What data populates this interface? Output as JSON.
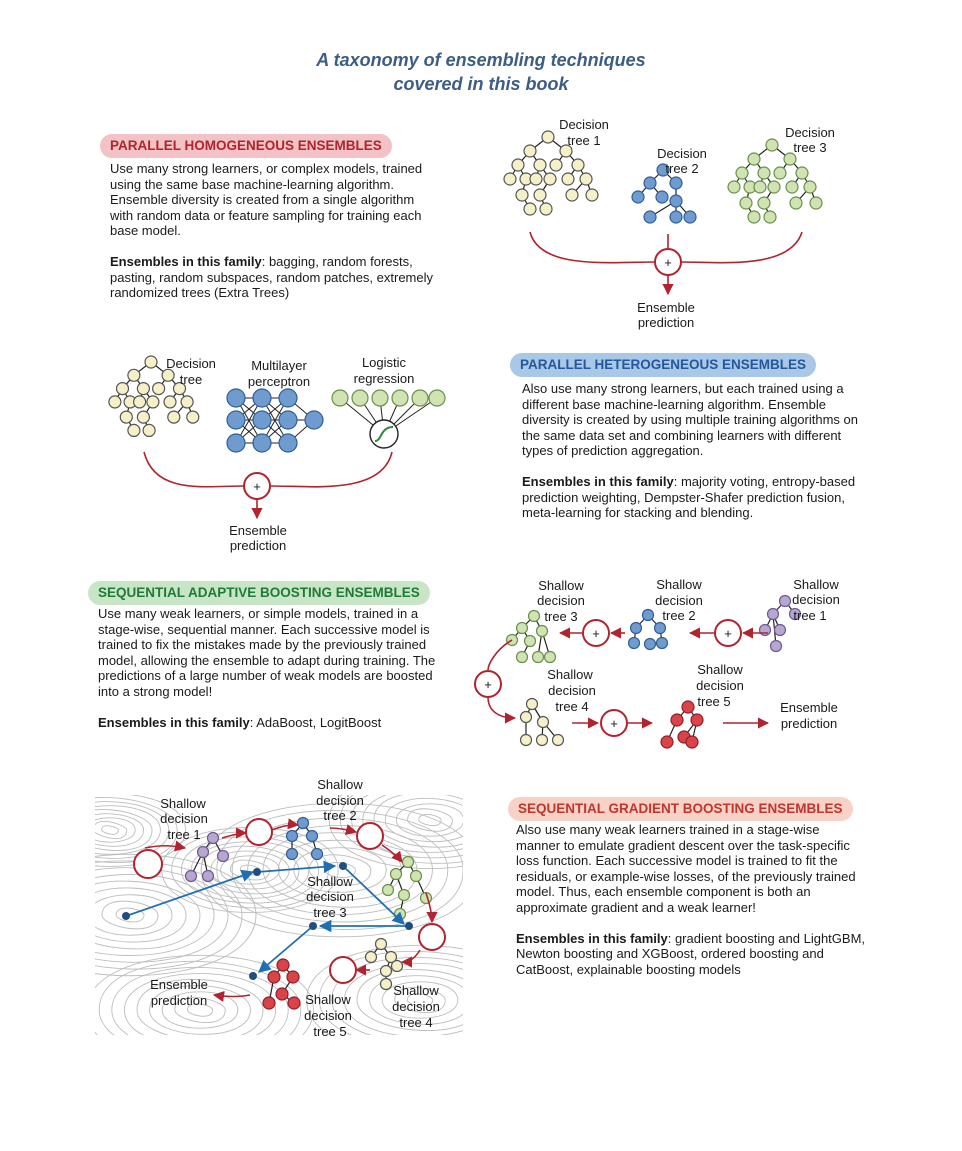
{
  "title": {
    "line1": "A taxonomy of ensembling techniques",
    "line2": "covered in this book"
  },
  "colors": {
    "accent_red": "#b0232f",
    "tree_yellow": "#f6f0c8",
    "tree_blue": "#6f9bcf",
    "tree_green": "#cfe3b3",
    "tree_purple": "#b7a6d0",
    "tree_red": "#d9434a",
    "arrow_blue": "#1f6fb5"
  },
  "sections": {
    "parallel_homogeneous": {
      "heading": "PARALLEL HOMOGENEOUS ENSEMBLES",
      "description": "Use many strong learners, or complex models, trained using the same base machine-learning algorithm. Ensemble diversity is created from a single algorithm with random data or feature sampling for training each base model.",
      "family_label": "Ensembles in this family",
      "family_items": ": bagging, random forests, pasting, random subspaces, random patches, extremely randomized trees (Extra Trees)"
    },
    "parallel_heterogeneous": {
      "heading": "PARALLEL HETEROGENEOUS ENSEMBLES",
      "description": "Also use many strong learners, but each trained using a different base machine-learning algorithm. Ensemble diversity is created by using multiple training algorithms on the same data set and combining learners with different types of prediction aggregation.",
      "family_label": "Ensembles in this family",
      "family_items": ": majority voting, entropy-based prediction weighting, Dempster-Shafer prediction fusion, meta-learning for stacking and blending."
    },
    "sequential_adaptive": {
      "heading": "SEQUENTIAL ADAPTIVE BOOSTING ENSEMBLES",
      "description": "Use many weak learners, or simple models, trained in a stage-wise, sequential manner. Each successive model is trained to fix the mistakes made by the previously trained model, allowing the ensemble to adapt during training. The predictions of a large number of weak models are boosted into a strong model!",
      "family_label": "Ensembles in this family",
      "family_items": ": AdaBoost, LogitBoost"
    },
    "sequential_gradient": {
      "heading": "SEQUENTIAL GRADIENT BOOSTING ENSEMBLES",
      "description": "Also use many weak learners trained in a stage-wise manner to emulate gradient descent over the task-specific loss function. Each successive model is trained to fit the residuals, or example-wise losses, of the previously trained model. Thus, each ensemble component is both an approximate gradient and a weak learner!",
      "family_label": "Ensembles in this family",
      "family_items": ": gradient boosting and LightGBM, Newton boosting and XGBoost, ordered boosting and CatBoost, explainable boosting models"
    }
  },
  "diagrams": {
    "homogeneous": {
      "tree1": [
        "Decision",
        "tree 1"
      ],
      "tree2": [
        "Decision",
        "tree 2"
      ],
      "tree3": [
        "Decision",
        "tree 3"
      ],
      "output": [
        "Ensemble",
        "prediction"
      ],
      "combine_symbol": "+"
    },
    "heterogeneous": {
      "model1": [
        "Decision",
        "tree"
      ],
      "model2": [
        "Multilayer",
        "perceptron"
      ],
      "model3": [
        "Logistic",
        "regression"
      ],
      "output": [
        "Ensemble",
        "prediction"
      ],
      "combine_symbol": "+"
    },
    "adaptive": {
      "tree1": [
        "Shallow",
        "decision",
        "tree 1"
      ],
      "tree2": [
        "Shallow",
        "decision",
        "tree 2"
      ],
      "tree3": [
        "Shallow",
        "decision",
        "tree 3"
      ],
      "tree4": [
        "Shallow",
        "decision",
        "tree 4"
      ],
      "tree5": [
        "Shallow",
        "decision",
        "tree 5"
      ],
      "output": [
        "Ensemble",
        "prediction"
      ],
      "combine_symbol": "+"
    },
    "gradient": {
      "tree1": [
        "Shallow",
        "decision",
        "tree 1"
      ],
      "tree2": [
        "Shallow",
        "decision",
        "tree 2"
      ],
      "tree3": [
        "Shallow",
        "decision",
        "tree 3"
      ],
      "tree4": [
        "Shallow",
        "decision",
        "tree 4"
      ],
      "tree5": [
        "Shallow",
        "decision",
        "tree 5"
      ],
      "output": [
        "Ensemble",
        "prediction"
      ]
    }
  }
}
